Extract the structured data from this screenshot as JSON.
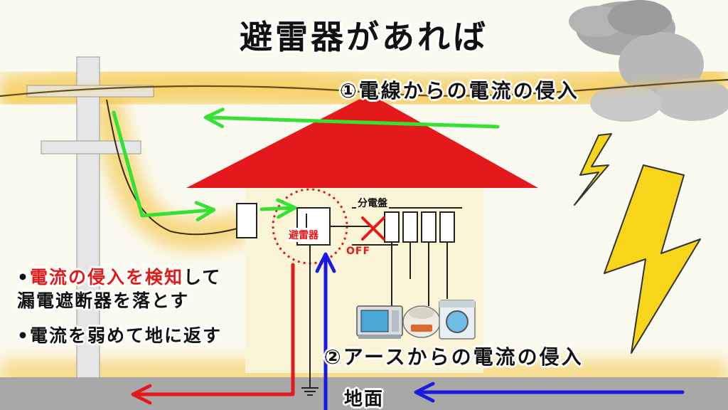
{
  "title": "避雷器があれば",
  "labels": {
    "power_line_intrusion": "①電線からの電流の侵入",
    "earth_intrusion": "②アースからの電流の侵入",
    "ground": "地面",
    "distribution_board": "分電盤",
    "surge_arrester": "避雷器",
    "off": "OFF"
  },
  "notes": {
    "bullet": "•",
    "note1_highlight": "電流の侵入を検知",
    "note1_rest": "して",
    "note2": "漏電遮断器を落とす",
    "note3": "•電流を弱めて地に返す"
  },
  "colors": {
    "roof": "#e4191b",
    "house_wall": "#fbf5d8",
    "power_arrow": "#33e233",
    "earth_arrow": "#1a1ae0",
    "ground_arrow": "#e41a1a",
    "lightning": "#f6d51b",
    "glow": "#f2b816",
    "ground_strip": "#a8a8a8",
    "pole": "#e6e6e6"
  },
  "icons": [
    "cloud-icon",
    "lightning-bolt-icon",
    "microwave-icon",
    "rice-cooker-icon",
    "washing-machine-icon",
    "ground-symbol-icon",
    "cross-mark-icon"
  ]
}
